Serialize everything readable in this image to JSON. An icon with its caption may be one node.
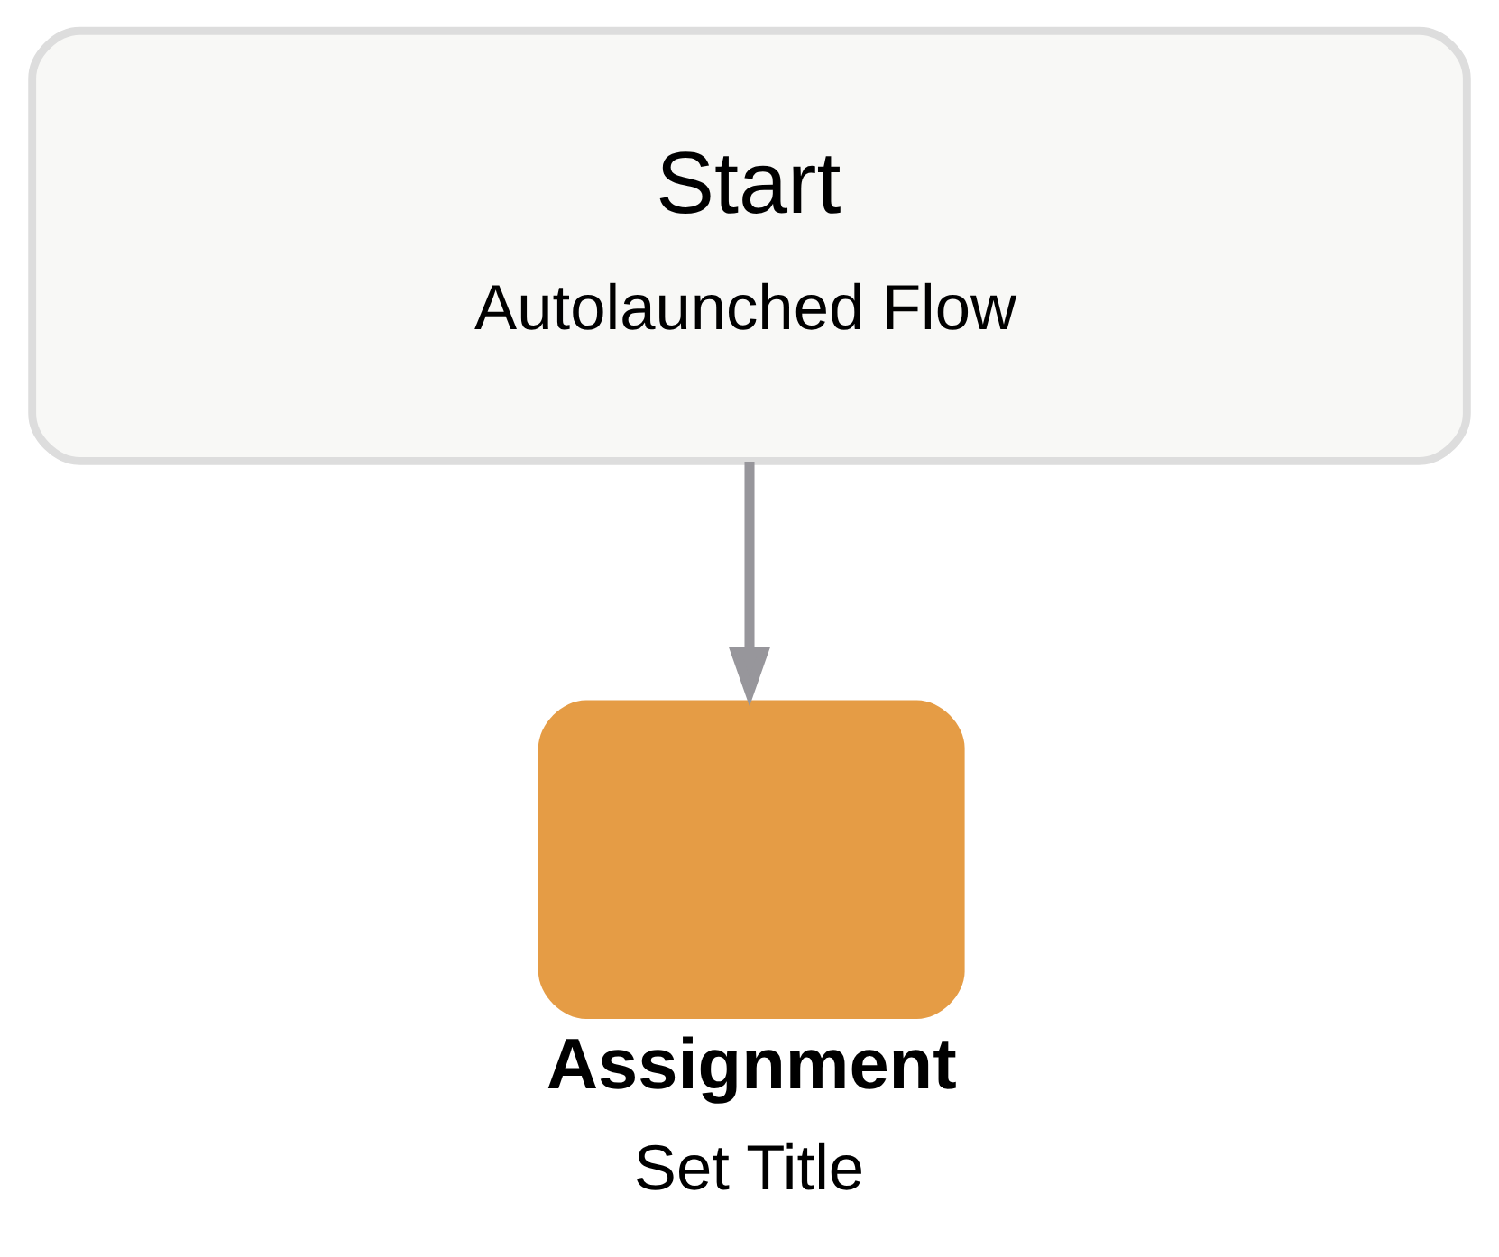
{
  "diagram": {
    "nodes": [
      {
        "text": [
          "Start",
          "Autolaunched Flow"
        ]
      },
      {
        "text": [
          "Assignment",
          "Set Title"
        ]
      }
    ],
    "edges": [
      {
        "from": 0,
        "to": 1,
        "arrow": "to"
      }
    ]
  }
}
